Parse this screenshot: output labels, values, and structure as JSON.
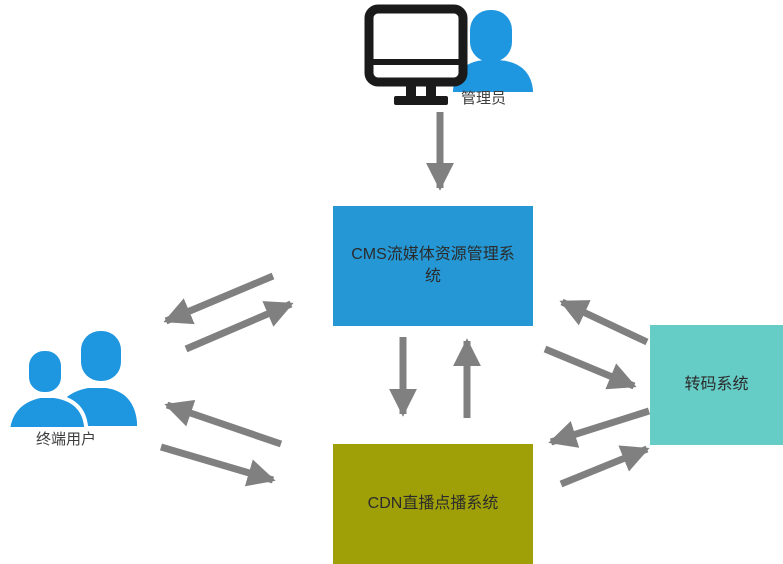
{
  "colors": {
    "arrow": "#808080",
    "cms_box": "#2497D4",
    "cdn_box": "#9FA008",
    "transcode_box": "#65CCC6",
    "person": "#1E96E0",
    "monitor": "#1A1A1A",
    "box_text": "#2B2B2B",
    "label_text": "#3D3D3D"
  },
  "nodes": {
    "admin": {
      "label": "管理员"
    },
    "end_user": {
      "label": "终端用户"
    },
    "cms": {
      "label": "CMS流媒体资源管理系统"
    },
    "cdn": {
      "label": "CDN直播点播系统"
    },
    "transcode": {
      "label": "转码系统"
    }
  },
  "edges": [
    {
      "from": "管理员",
      "to": "CMS流媒体资源管理系统",
      "direction": "one-way"
    },
    {
      "from": "终端用户",
      "to": "CMS流媒体资源管理系统",
      "direction": "two-way"
    },
    {
      "from": "CMS流媒体资源管理系统",
      "to": "CDN直播点播系统",
      "direction": "two-way"
    },
    {
      "from": "CMS流媒体资源管理系统",
      "to": "转码系统",
      "direction": "two-way"
    },
    {
      "from": "终端用户",
      "to": "CDN直播点播系统",
      "direction": "two-way"
    },
    {
      "from": "CDN直播点播系统",
      "to": "转码系统",
      "direction": "two-way"
    }
  ]
}
